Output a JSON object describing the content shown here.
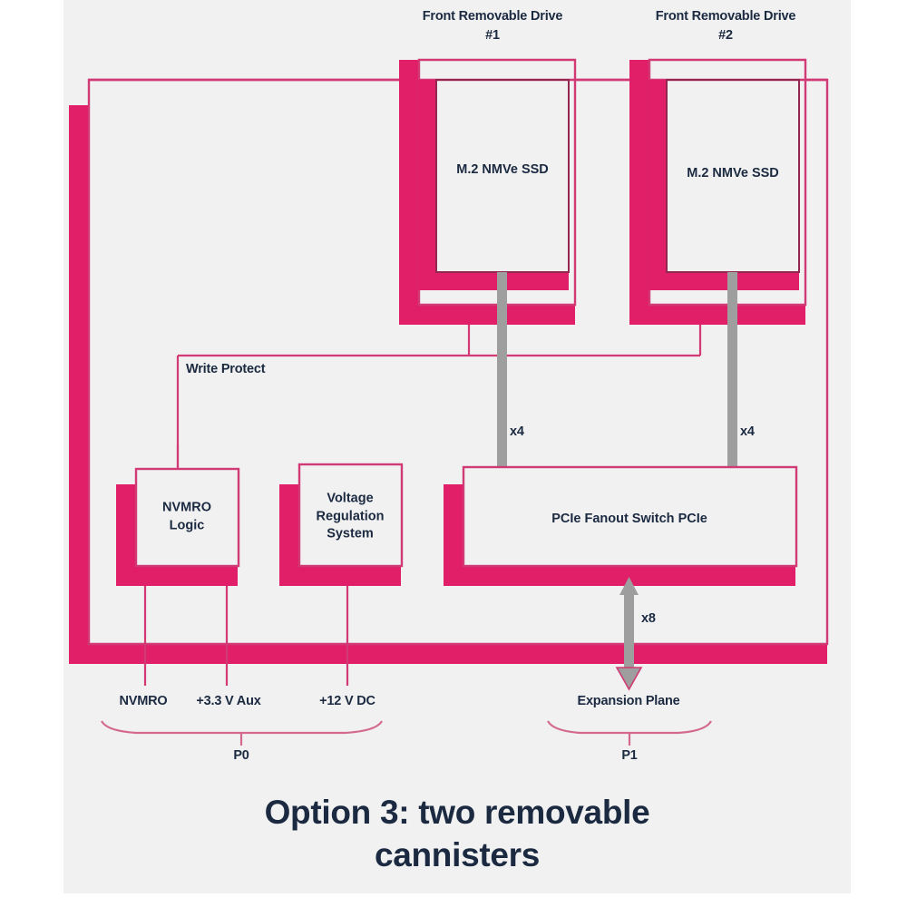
{
  "colors": {
    "panel_bg": "#f1f1f1",
    "page_bg": "#ffffff",
    "accent_pink": "#e01f68",
    "thin_pink": "#d13a74",
    "gray_bus": "#9e9e9e",
    "text_dark": "#1b2a41"
  },
  "title": {
    "line1": "Option 3: two removable",
    "line2": "cannisters"
  },
  "cannisters": [
    {
      "header_line1": "Front Removable Drive",
      "header_line2": "#1",
      "ssd_label": "M.2 NMVe SSD",
      "lane_label": "x4"
    },
    {
      "header_line1": "Front Removable Drive",
      "header_line2": "#2",
      "ssd_label": "M.2 NMVe SSD",
      "lane_label": "x4"
    }
  ],
  "signals": {
    "write_protect": "Write Protect",
    "uplink_lanes": "x8"
  },
  "blocks": [
    {
      "id": "nvmro-logic",
      "label": "NVMRO\nLogic"
    },
    {
      "id": "voltage-regulation",
      "label": "Voltage\nRegulation\nSystem"
    },
    {
      "id": "pcie-fanout-switch",
      "label": "PCIe Fanout Switch PCIe"
    }
  ],
  "pins": {
    "p0": {
      "connector_label": "P0",
      "signals": [
        "NVMRO",
        "+3.3 V Aux",
        "+12 V DC"
      ]
    },
    "p1": {
      "connector_label": "P1",
      "signals": [
        "Expansion Plane"
      ]
    }
  }
}
